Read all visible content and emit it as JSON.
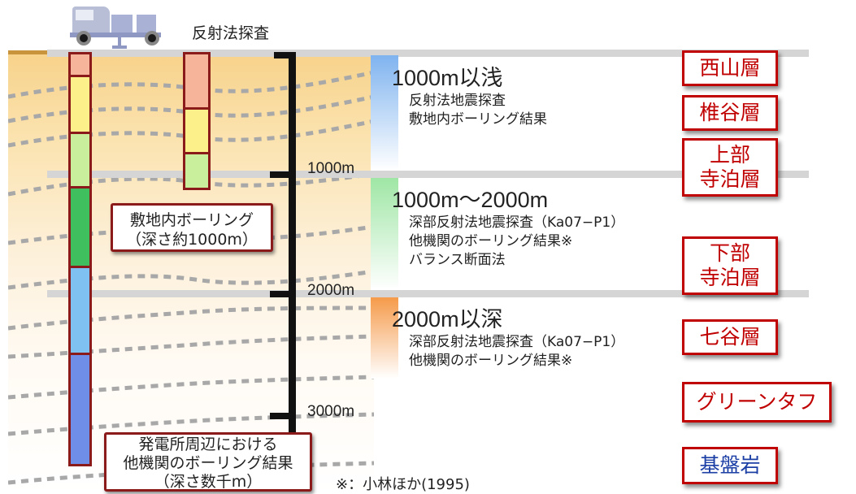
{
  "truck": {
    "label": "反射法探査"
  },
  "depth_scale": {
    "marks": [
      "1000m",
      "2000m",
      "3000m"
    ]
  },
  "ranges": [
    {
      "title": "1000m以浅",
      "methods": [
        "反射法地震探査",
        "敷地内ボーリング結果"
      ]
    },
    {
      "title": "1000m～2000m",
      "methods": [
        "深部反射法地震探査（Ka07−P1）",
        "他機関のボーリング結果※",
        "バランス断面法"
      ]
    },
    {
      "title": "2000m以深",
      "methods": [
        "深部反射法地震探査（Ka07−P1）",
        "他機関のボーリング結果※"
      ]
    }
  ],
  "formations": [
    {
      "name": "西山層"
    },
    {
      "name": "椎谷層"
    },
    {
      "name": "上部\n寺泊層"
    },
    {
      "name": "下部\n寺泊層"
    },
    {
      "name": "七谷層"
    },
    {
      "name": "グリーンタフ"
    },
    {
      "name": "基盤岩"
    }
  ],
  "boxes": {
    "onsite_boring": {
      "line1": "敷地内ボーリング",
      "line2": "（深さ約1000m）"
    },
    "other_boring": {
      "line1": "発電所周辺における",
      "line2": "他機関のボーリング結果",
      "line3": "（深さ数千m）"
    }
  },
  "footnote": "※：小林ほか(1995)",
  "colors": {
    "formation_text": "#c00000",
    "formation_text_basement": "#1c3fa6",
    "box_border": "#8b1a1a",
    "seg_salmon": "#f6b59a",
    "seg_yellow": "#fbf08a",
    "seg_lightgreen": "#c9ee9c",
    "seg_green": "#3fbf5e",
    "seg_lightblue": "#7fc2f1",
    "seg_blue": "#6e8ee8"
  }
}
